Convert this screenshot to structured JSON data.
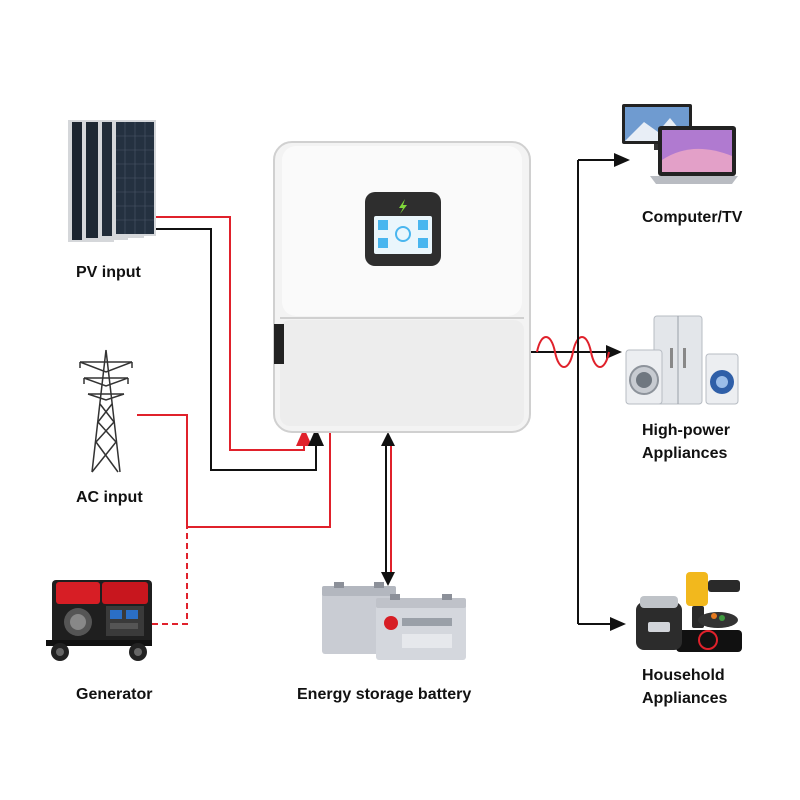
{
  "labels": {
    "pv_input": "PV input",
    "ac_input": "AC input",
    "generator": "Generator",
    "battery": "Energy storage battery",
    "computer_tv": "Computer/TV",
    "high_power_line1": "High-power",
    "high_power_line2": "Appliances",
    "household_line1": "Household",
    "household_line2": "Appliances"
  },
  "colors": {
    "wire_red": "#e0212b",
    "wire_black": "#111111",
    "inverter_body": "#f4f4f4",
    "screen_bezel": "#2e2e2e",
    "screen": "#49b6ef"
  },
  "icons": [
    "solar-panel-icon",
    "power-tower-icon",
    "generator-icon",
    "inverter-icon",
    "battery-icon",
    "computer-tv-icon",
    "high-power-appliances-icon",
    "household-appliances-icon"
  ]
}
